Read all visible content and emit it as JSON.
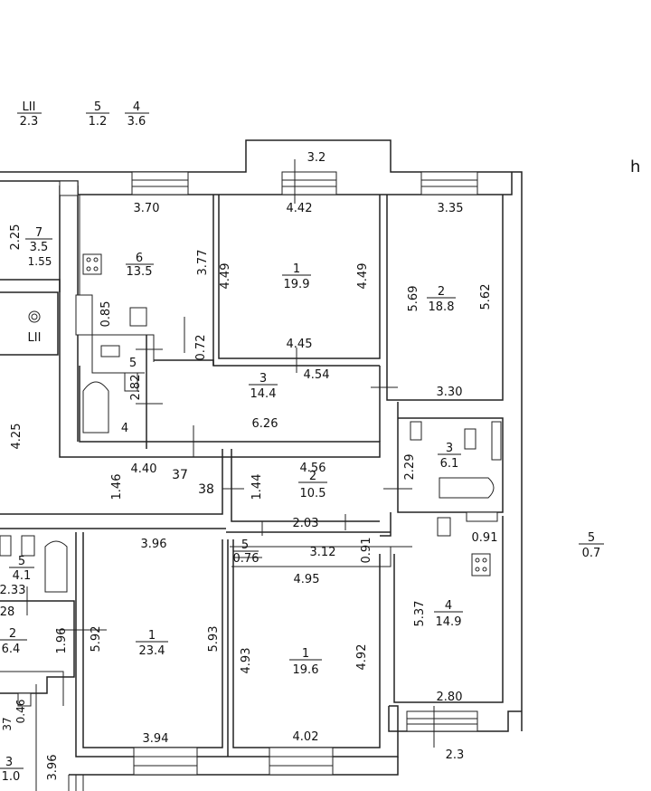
{
  "legend": {
    "a": {
      "num": "LII",
      "den": "2.3"
    },
    "b": {
      "num": "5",
      "den": "1.2"
    },
    "c": {
      "num": "4",
      "den": "3.6"
    },
    "corner": "h"
  },
  "rooms": {
    "r6": {
      "num": "6",
      "den": "13.5"
    },
    "r1top": {
      "num": "1",
      "den": "19.9"
    },
    "r2top": {
      "num": "2",
      "den": "18.8"
    },
    "r7": {
      "num": "7",
      "den": "3.5"
    },
    "r3hall": {
      "num": "3",
      "den": "14.4"
    },
    "r5bath": {
      "num": "5",
      "den": ""
    },
    "r4store": {
      "num": "4",
      "den": ""
    },
    "r2corr": {
      "num": "2",
      "den": "10.5"
    },
    "r3bath": {
      "num": "3",
      "den": "6.1"
    },
    "r5small": {
      "num": "5",
      "den": "0.76"
    },
    "r1left": {
      "num": "1",
      "den": "23.4"
    },
    "r1mid": {
      "num": "1",
      "den": "19.6"
    },
    "r4right": {
      "num": "4",
      "den": "14.9"
    },
    "r5out": {
      "num": "5",
      "den": "0.7"
    },
    "l5": {
      "num": "5",
      "den": "4.1"
    },
    "l2": {
      "num": "2",
      "den": "6.4"
    },
    "l3": {
      "num": "3",
      "den": "1.0"
    },
    "lii": "LII"
  },
  "dims": {
    "d3_2": "3.2",
    "d3_70": "3.70",
    "d4_42": "4.42",
    "d3_35": "3.35",
    "d2_25": "2.25",
    "d1_55": "1.55",
    "d3_77": "3.77",
    "d4_49a": "4.49",
    "d4_49b": "4.49",
    "d5_69": "5.69",
    "d5_62": "5.62",
    "d0_85": "0.85",
    "d0_72": "0.72",
    "d4_45": "4.45",
    "d4_54": "4.54",
    "d3_30": "3.30",
    "d2_82": "2.82",
    "d4_25": "4.25",
    "d6_26": "6.26",
    "d4_40": "4.40",
    "d37": "37",
    "d38": "38",
    "d1_46": "1.46",
    "d1_44": "1.44",
    "d4_56": "4.56",
    "d2_29": "2.29",
    "d2_03": "2.03",
    "d3_96a": "3.96",
    "d3_12": "3.12",
    "d0_91a": "0.91",
    "d0_91b": "0.91",
    "d4_95": "4.95",
    "d5_37": "5.37",
    "d5_92": "5.92",
    "d5_93": "5.93",
    "d4_93": "4.93",
    "d4_92": "4.92",
    "d1_96": "1.96",
    "d2_33": "2.33",
    "d28": "28",
    "d2_80": "2.80",
    "d3_94": "3.94",
    "d4_02": "4.02",
    "d2_3": "2.3",
    "d0_46": "0.46",
    "d37b": "37",
    "d3_96b": "3.96"
  }
}
